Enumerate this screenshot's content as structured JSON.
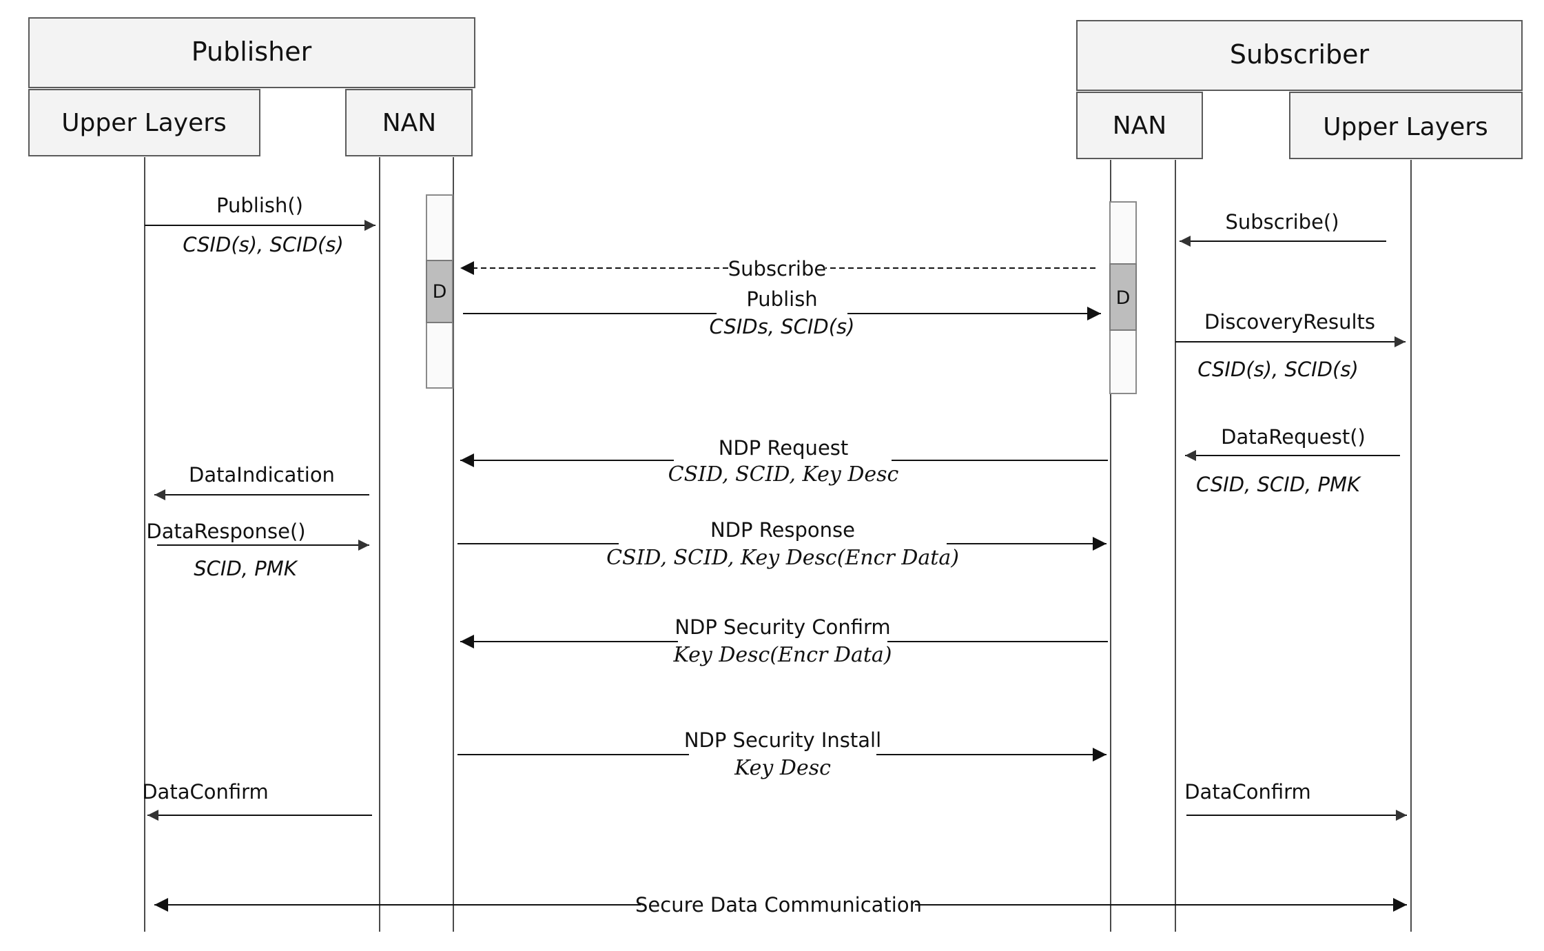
{
  "publisher": {
    "title": "Publisher",
    "upper_layers": "Upper Layers",
    "nan": "NAN"
  },
  "subscriber": {
    "title": "Subscriber",
    "nan": "NAN",
    "upper_layers": "Upper Layers"
  },
  "activation_label": "D",
  "messages": {
    "publish_call": {
      "label": "Publish()",
      "params": "CSID(s), SCID(s)"
    },
    "subscribe_call": {
      "label": "Subscribe()"
    },
    "subscribe_frame": {
      "label": "Subscribe"
    },
    "publish_frame": {
      "label": "Publish",
      "params": "CSIDs, SCID(s)"
    },
    "discovery_results": {
      "label": "DiscoveryResults",
      "params": "CSID(s), SCID(s)"
    },
    "ndp_request": {
      "label": "NDP Request",
      "params": "CSID, SCID, Key Desc"
    },
    "data_request": {
      "label": "DataRequest()",
      "params": "CSID, SCID, PMK"
    },
    "data_indication": {
      "label": "DataIndication"
    },
    "data_response": {
      "label": "DataResponse()",
      "params": "SCID, PMK"
    },
    "ndp_response": {
      "label": "NDP Response",
      "params": "CSID, SCID, Key Desc(Encr Data)"
    },
    "ndp_security_confirm": {
      "label": "NDP Security Confirm",
      "params": "Key Desc(Encr Data)"
    },
    "ndp_security_install": {
      "label": "NDP Security Install",
      "params": "Key Desc"
    },
    "data_confirm_publisher": {
      "label": "DataConfirm"
    },
    "data_confirm_subscriber": {
      "label": "DataConfirm"
    },
    "secure_data": {
      "label": "Secure Data Communication"
    }
  }
}
